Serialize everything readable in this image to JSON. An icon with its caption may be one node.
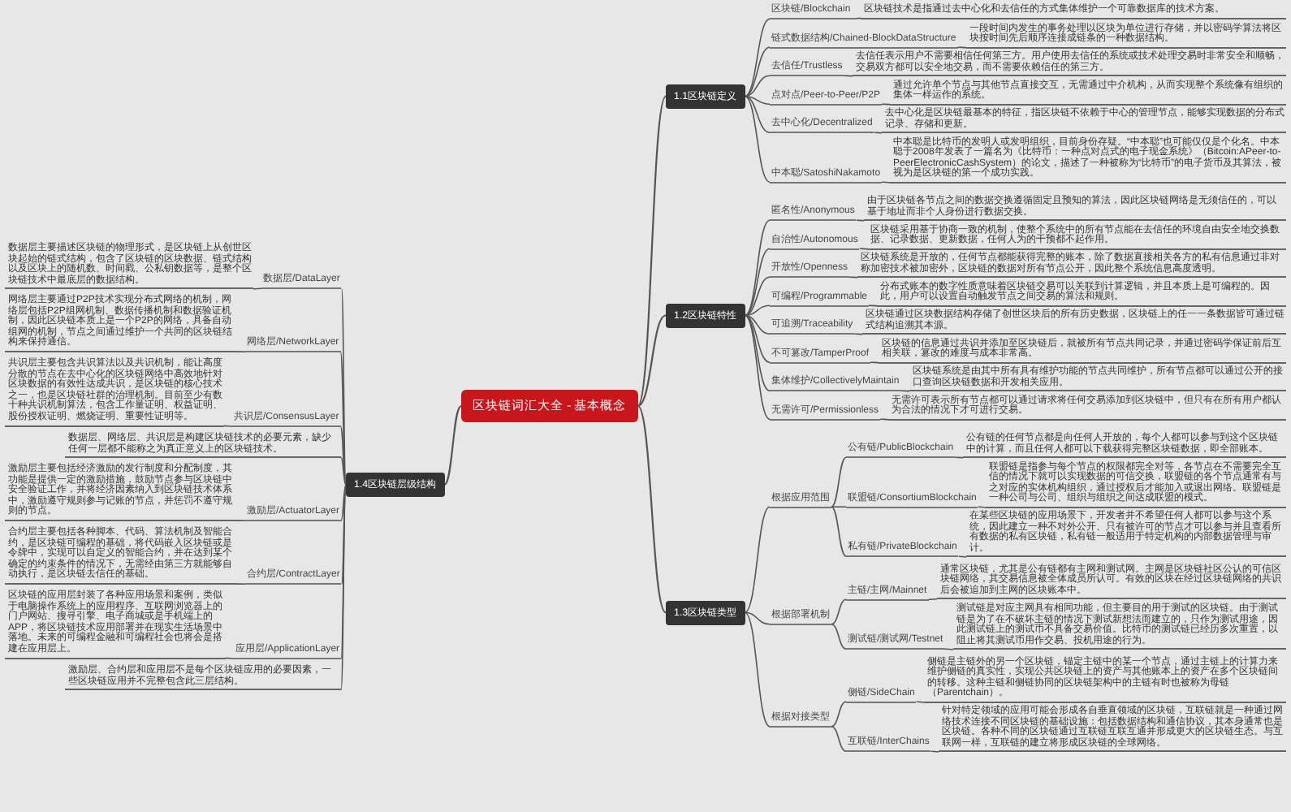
{
  "diagram": {
    "nodes": [
      {
        "text": [
          "区块链词汇大全 - 基本概念"
        ]
      },
      {
        "text": [
          "1.1区块链定义"
        ]
      },
      {
        "text": [
          "区块链/Blockchain"
        ]
      },
      {
        "text": [
          "区块链技术是指通过去中心化和去信任的方式集体维护一个可靠数据库的技术方案。"
        ]
      },
      {
        "text": [
          "链式数据结构/Chained-BlockDataStructure"
        ]
      },
      {
        "text": [
          "一段时间内发生的事务处理以区块为单位进行存储，并以密码学算法将区块按时间先后顺序连接成链条的一种数据结构。"
        ]
      },
      {
        "text": [
          "去信任/Trustless"
        ]
      },
      {
        "text": [
          "去信任表示用户不需要相信任何第三方。用户使用去信任的系统或技术处理交易时非常安全和顺畅，交易双方都可以安全地交易，而不需要依赖信任的第三方。"
        ]
      },
      {
        "text": [
          "点对点/Peer-to-Peer/P2P"
        ]
      },
      {
        "text": [
          "通过允许单个节点与其他节点直接交互，无需通过中介机构，从而实现整个系统像有组织的集体一样运作的系统。"
        ]
      },
      {
        "text": [
          "去中心化/Decentralized"
        ]
      },
      {
        "text": [
          "去中心化是区块链最基本的特征，指区块链不依赖于中心的管理节点，能够实现数据的分布式记录、存储和更新。"
        ]
      },
      {
        "text": [
          "中本聪/SatoshiNakamoto"
        ]
      },
      {
        "text": [
          "中本聪是比特币的发明人或发明组织，目前身份存疑。“中本聪”也可能仅仅是个化名。中本聪于2008年发表了一篇名为《比特币：一种点对点式的电子现金系统》（Bitcoin:APeer-to-PeerElectronicCashSystem）的论文，描述了一种被称为“比特币”的电子货币及其算法，被视为是区块链的第一个成功实践。"
        ]
      },
      {
        "text": [
          "1.2区块链特性"
        ]
      },
      {
        "text": [
          "匿名性/Anonymous"
        ]
      },
      {
        "text": [
          "由于区块链各节点之间的数据交换遵循固定且预知的算法，因此区块链网络是无须信任的，可以基于地址而非个人身份进行数据交换。"
        ]
      },
      {
        "text": [
          "自治性/Autonomous"
        ]
      },
      {
        "text": [
          "区块链采用基于协商一致的机制，使整个系统中的所有节点能在去信任的环境自由安全地交换数据、记录数据、更新数据，任何人为的干预都不起作用。"
        ]
      },
      {
        "text": [
          "开放性/Openness"
        ]
      },
      {
        "text": [
          "区块链系统是开放的，任何节点都能获得完整的账本，除了数据直接相关各方的私有信息通过非对称加密技术被加密外，区块链的数据对所有节点公开，因此整个系统信息高度透明。"
        ]
      },
      {
        "text": [
          "可编程/Programmable"
        ]
      },
      {
        "text": [
          "分布式账本的数字性质意味着区块链交易可以关联到计算逻辑，并且本质上是可编程的。因此，用户可以设置自动触发节点之间交易的算法和规则。"
        ]
      },
      {
        "text": [
          "可追溯/Traceability"
        ]
      },
      {
        "text": [
          "区块链通过区块数据结构存储了创世区块后的所有历史数据，区块链上的任一一条数据皆可通过链式结构追溯其本源。"
        ]
      },
      {
        "text": [
          "不可篡改/TamperProof"
        ]
      },
      {
        "text": [
          "区块链的信息通过共识并添加至区块链后，就被所有节点共同记录，并通过密码学保证前后互相关联，篡改的难度与成本非常高。"
        ]
      },
      {
        "text": [
          "集体维护/CollectivelyMaintain"
        ]
      },
      {
        "text": [
          "区块链系统是由其中所有具有维护功能的节点共同维护，所有节点都可以通过公开的接口查询区块链数据和开发相关应用。"
        ]
      },
      {
        "text": [
          "无需许可/Permissionless"
        ]
      },
      {
        "text": [
          "无需许可表示所有节点都可以通过请求将任何交易添加到区块链中，但只有在所有用户都认为合法的情况下才可进行交易。"
        ]
      },
      {
        "text": [
          "1.3区块链类型"
        ]
      },
      {
        "text": [
          "根据应用范围"
        ]
      },
      {
        "text": [
          "公有链/PublicBlockchain"
        ]
      },
      {
        "text": [
          "公有链的任何节点都是向任何人开放的，每个人都可以参与到这个区块链中的计算，而且任何人都可以下载获得完整区块链数据，即全部账本。"
        ]
      },
      {
        "text": [
          "联盟链/ConsortiumBlockchain"
        ]
      },
      {
        "text": [
          "联盟链是指参与每个节点的权限都完全对等，各节点在不需要完全互信的情况下就可以实现数据的可信交换，联盟链的各个节点通常有与之对应的实体机构组织，通过授权后才能加入或退出网络。联盟链是一种公司与公司、组织与组织之间达成联盟的模式。"
        ]
      },
      {
        "text": [
          "私有链/PrivateBlockchain"
        ]
      },
      {
        "text": [
          "在某些区块链的应用场景下，开发者并不希望任何人都可以参与这个系统，因此建立一种不对外公开、只有被许可的节点才可以参与并且查看所有数据的私有区块链，私有链一般适用于特定机构的内部数据管理与审计。"
        ]
      },
      {
        "text": [
          "根据部署机制"
        ]
      },
      {
        "text": [
          "主链/主网/Mainnet"
        ]
      },
      {
        "text": [
          "通常区块链，尤其是公有链都有主网和测试网。主网是区块链社区公认的可信区块链网络，其交易信息被全体成员所认可。有效的区块在经过区块链网络的共识后会被追加到主网的区块账本中。"
        ]
      },
      {
        "text": [
          "测试链/测试网/Testnet"
        ]
      },
      {
        "text": [
          "测试链是对应主网具有相同功能，但主要目的用于测试的区块链。由于测试链是为了在不破坏主链的情况下测试新想法而建立的，只作为测试用途，因此测试链上的测试币不具备交易价值。比特币的测试链已经历多次重置，以阻止将其测试币用作交易、投机用途的行为。"
        ]
      },
      {
        "text": [
          "根据对接类型"
        ]
      },
      {
        "text": [
          "侧链/SideChain"
        ]
      },
      {
        "text": [
          "侧链是主链外的另一个区块链，锚定主链中的某一个节点，通过主链上的计算力来维护侧链的真实性，实现公共区块链上的资产与其他账本上的资产在多个区块链间的转移。这种主链和侧链协同的区块链架构中的主链有时也被称为母链（Parentchain）。"
        ]
      },
      {
        "text": [
          "互联链/InterChains"
        ]
      },
      {
        "text": [
          "针对特定领域的应用可能会形成各自垂直领域的区块链，互联链就是一种通过网络技术连接不同区块链的基础设施：包括数据结构和通信协议，其本身通常也是区块链。各种不同的区块链通过互联链互联互通并形成更大的区块链生态。与互联网一样，互联链的建立将形成区块链的全球网络。"
        ]
      },
      {
        "text": [
          "1.4区块链层级结构"
        ]
      },
      {
        "text": [
          "数据层/DataLayer"
        ]
      },
      {
        "text": [
          "数据层主要描述区块链的物理形式，是区块链上从创世区块起始的链式结构，包含了区块链的区块数据、链式结构以及区块上的随机数、时间戳、公私钥数据等，是整个区块链技术中最底层的数据结构。"
        ]
      },
      {
        "text": [
          "网络层/NetworkLayer"
        ]
      },
      {
        "text": [
          "网络层主要通过P2P技术实现分布式网络的机制，网络层包括P2P组网机制、数据传播机制和数据验证机制，因此区块链本质上是一个P2P的网络，具备自动组网的机制，节点之间通过维护一个共同的区块链结构来保持通信。"
        ]
      },
      {
        "text": [
          "共识层/ConsensusLayer"
        ]
      },
      {
        "text": [
          "共识层主要包含共识算法以及共识机制，能让高度分散的节点在去中心化的区块链网络中高效地针对区块数据的有效性达成共识，是区块链的核心技术之一，也是区块链社群的治理机制。目前至少有数十种共识机制算法，包含工作量证明、权益证明、股份授权证明、燃烧证明、重要性证明等。"
        ]
      },
      {
        "text": [
          "数据层、网络层、共识层是构建区块链技术的必要元素，缺少任何一层都不能称之为真正意义上的区块链技术。"
        ]
      },
      {
        "text": [
          "激励层/ActuatorLayer"
        ]
      },
      {
        "text": [
          "激励层主要包括经济激励的发行制度和分配制度，其功能是提供一定的激励措施，鼓励节点参与区块链中安全验证工作，并将经济因素纳入到区块链技术体系中，激励遵守规则参与记账的节点，并惩罚不遵守规则的节点。"
        ]
      },
      {
        "text": [
          "合约层/ContractLayer"
        ]
      },
      {
        "text": [
          "合约层主要包括各种脚本、代码、算法机制及智能合约，是区块链可编程的基础，将代码嵌入区块链或是令牌中，实现可以自定义的智能合约，并在达到某个确定的约束条件的情况下，无需经由第三方就能够自动执行，是区块链去信任的基础。"
        ]
      },
      {
        "text": [
          "应用层/ApplicationLayer"
        ]
      },
      {
        "text": [
          "区块链的应用层封装了各种应用场景和案例，类似于电脑操作系统上的应用程序、互联网浏览器上的门户网站、搜寻引擎、电子商城或是手机端上的APP，将区块链技术应用部署并在现实生活场景中落地。未来的可编程金融和可编程社会也将会是搭建在应用层上。"
        ]
      },
      {
        "text": [
          "激励层、合约层和应用层不是每个区块链应用的必要因素，一些区块链应用并不完整包含此三层结构。"
        ]
      }
    ],
    "edges": [
      {
        "from": 0,
        "to": 1,
        "arrow": "none"
      },
      {
        "from": 0,
        "to": 14,
        "arrow": "none"
      },
      {
        "from": 0,
        "to": 31,
        "arrow": "none"
      },
      {
        "from": 0,
        "to": 49,
        "arrow": "none"
      },
      {
        "from": 1,
        "to": 2,
        "arrow": "none"
      },
      {
        "from": 2,
        "to": 3,
        "arrow": "none"
      },
      {
        "from": 1,
        "to": 4,
        "arrow": "none"
      },
      {
        "from": 4,
        "to": 5,
        "arrow": "none"
      },
      {
        "from": 1,
        "to": 6,
        "arrow": "none"
      },
      {
        "from": 6,
        "to": 7,
        "arrow": "none"
      },
      {
        "from": 1,
        "to": 8,
        "arrow": "none"
      },
      {
        "from": 8,
        "to": 9,
        "arrow": "none"
      },
      {
        "from": 1,
        "to": 10,
        "arrow": "none"
      },
      {
        "from": 10,
        "to": 11,
        "arrow": "none"
      },
      {
        "from": 1,
        "to": 12,
        "arrow": "none"
      },
      {
        "from": 12,
        "to": 13,
        "arrow": "none"
      },
      {
        "from": 14,
        "to": 15,
        "arrow": "none"
      },
      {
        "from": 15,
        "to": 16,
        "arrow": "none"
      },
      {
        "from": 14,
        "to": 17,
        "arrow": "none"
      },
      {
        "from": 17,
        "to": 18,
        "arrow": "none"
      },
      {
        "from": 14,
        "to": 19,
        "arrow": "none"
      },
      {
        "from": 19,
        "to": 20,
        "arrow": "none"
      },
      {
        "from": 14,
        "to": 21,
        "arrow": "none"
      },
      {
        "from": 21,
        "to": 22,
        "arrow": "none"
      },
      {
        "from": 14,
        "to": 23,
        "arrow": "none"
      },
      {
        "from": 23,
        "to": 24,
        "arrow": "none"
      },
      {
        "from": 14,
        "to": 25,
        "arrow": "none"
      },
      {
        "from": 25,
        "to": 26,
        "arrow": "none"
      },
      {
        "from": 14,
        "to": 27,
        "arrow": "none"
      },
      {
        "from": 27,
        "to": 28,
        "arrow": "none"
      },
      {
        "from": 14,
        "to": 29,
        "arrow": "none"
      },
      {
        "from": 29,
        "to": 30,
        "arrow": "none"
      },
      {
        "from": 31,
        "to": 32,
        "arrow": "none"
      },
      {
        "from": 32,
        "to": 33,
        "arrow": "none"
      },
      {
        "from": 33,
        "to": 34,
        "arrow": "none"
      },
      {
        "from": 32,
        "to": 35,
        "arrow": "none"
      },
      {
        "from": 35,
        "to": 36,
        "arrow": "none"
      },
      {
        "from": 32,
        "to": 37,
        "arrow": "none"
      },
      {
        "from": 37,
        "to": 38,
        "arrow": "none"
      },
      {
        "from": 31,
        "to": 39,
        "arrow": "none"
      },
      {
        "from": 39,
        "to": 40,
        "arrow": "none"
      },
      {
        "from": 40,
        "to": 41,
        "arrow": "none"
      },
      {
        "from": 39,
        "to": 42,
        "arrow": "none"
      },
      {
        "from": 42,
        "to": 43,
        "arrow": "none"
      },
      {
        "from": 31,
        "to": 44,
        "arrow": "none"
      },
      {
        "from": 44,
        "to": 45,
        "arrow": "none"
      },
      {
        "from": 45,
        "to": 46,
        "arrow": "none"
      },
      {
        "from": 44,
        "to": 47,
        "arrow": "none"
      },
      {
        "from": 47,
        "to": 48,
        "arrow": "none"
      },
      {
        "from": 49,
        "to": 50,
        "arrow": "none"
      },
      {
        "from": 50,
        "to": 51,
        "arrow": "none"
      },
      {
        "from": 49,
        "to": 52,
        "arrow": "none"
      },
      {
        "from": 52,
        "to": 53,
        "arrow": "none"
      },
      {
        "from": 49,
        "to": 54,
        "arrow": "none"
      },
      {
        "from": 54,
        "to": 55,
        "arrow": "none"
      },
      {
        "from": 49,
        "to": 56,
        "arrow": "none"
      },
      {
        "from": 49,
        "to": 57,
        "arrow": "none"
      },
      {
        "from": 57,
        "to": 58,
        "arrow": "none"
      },
      {
        "from": 49,
        "to": 59,
        "arrow": "none"
      },
      {
        "from": 59,
        "to": 60,
        "arrow": "none"
      },
      {
        "from": 49,
        "to": 61,
        "arrow": "none"
      },
      {
        "from": 61,
        "to": 62,
        "arrow": "none"
      },
      {
        "from": 49,
        "to": 63,
        "arrow": "none"
      }
    ]
  }
}
